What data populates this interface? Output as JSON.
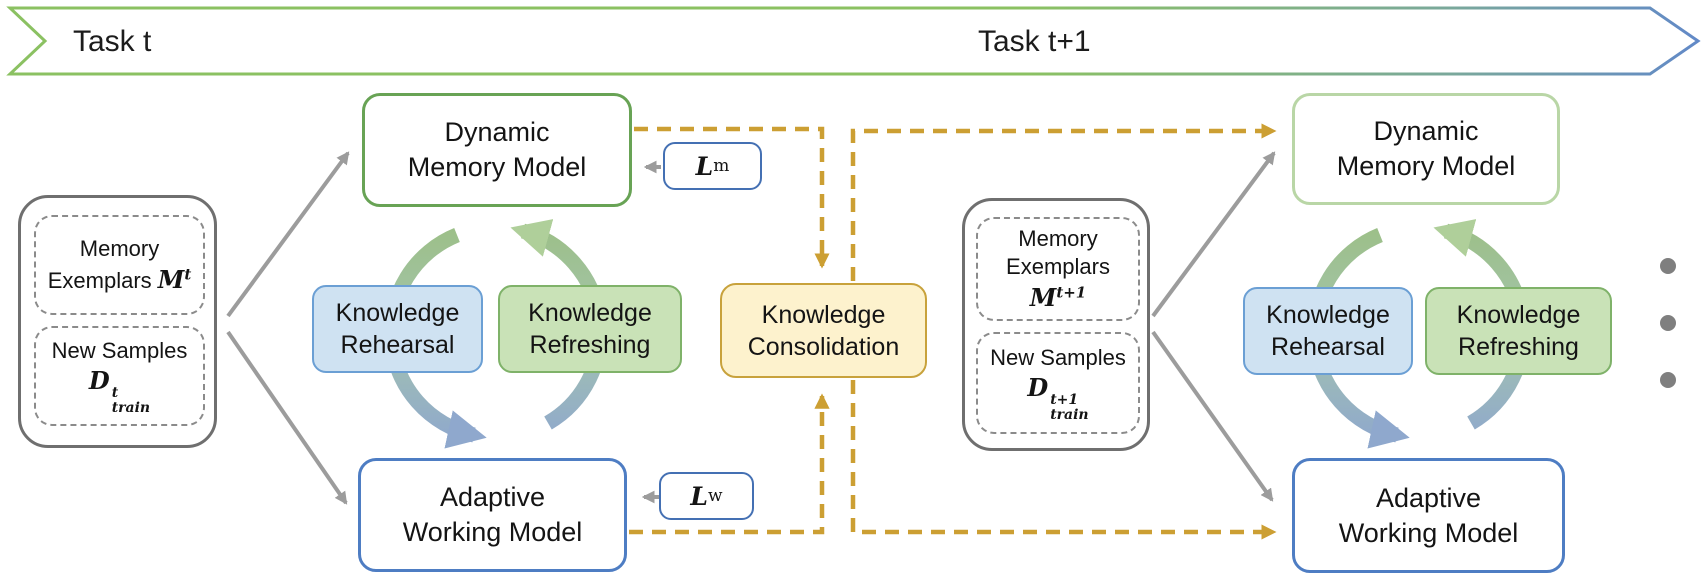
{
  "banner": {
    "task_t_label": "Task t",
    "task_t_plus_1_label": "Task t+1"
  },
  "stage_t": {
    "inputs": {
      "memory_line1": "Memory",
      "memory_line2": "Exemplars",
      "memory_symbol": "M",
      "memory_superscript": "t",
      "samples_line1": "New Samples",
      "samples_symbol": "D",
      "samples_superscript": "t",
      "samples_subscript": "train"
    },
    "dynamic_memory_model": {
      "line1": "Dynamic",
      "line2": "Memory Model"
    },
    "adaptive_working_model": {
      "line1": "Adaptive",
      "line2": "Working Model"
    },
    "knowledge_rehearsal": {
      "line1": "Knowledge",
      "line2": "Rehearsal"
    },
    "knowledge_refreshing": {
      "line1": "Knowledge",
      "line2": "Refreshing"
    },
    "memory_loss": {
      "symbol": "L",
      "superscript": "m"
    },
    "working_loss": {
      "symbol": "L",
      "superscript": "w"
    }
  },
  "knowledge_consolidation": {
    "line1": "Knowledge",
    "line2": "Consolidation"
  },
  "stage_t_plus_1": {
    "inputs": {
      "memory_line1": "Memory",
      "memory_line2": "Exemplars",
      "memory_symbol": "M",
      "memory_superscript": "t+1",
      "samples_line1": "New Samples",
      "samples_symbol": "D",
      "samples_superscript": "t+1",
      "samples_subscript": "train"
    },
    "dynamic_memory_model": {
      "line1": "Dynamic",
      "line2": "Memory Model"
    },
    "adaptive_working_model": {
      "line1": "Adaptive",
      "line2": "Working Model"
    },
    "knowledge_rehearsal": {
      "line1": "Knowledge",
      "line2": "Rehearsal"
    },
    "knowledge_refreshing": {
      "line1": "Knowledge",
      "line2": "Refreshing"
    }
  },
  "continuation_dots_count": 3,
  "colors": {
    "banner_green": "#8bc162",
    "banner_blue": "#6188c9",
    "memory_model_green": "#68a355",
    "memory_model_green_pale": "#b9d6a6",
    "working_model_blue": "#4e7dc3",
    "loss_box_blue": "#4470b3",
    "rehearsal_fill": "#cfe2f2",
    "rehearsal_border": "#6b9fd4",
    "refreshing_fill": "#c9e2b7",
    "refreshing_border": "#7fb269",
    "consolidation_fill": "#fdf2cd",
    "consolidation_border": "#c8a23c",
    "connector_gold": "#cc9f33",
    "connector_gray": "#9c9c9c",
    "cycle_green": "#9cbf86",
    "cycle_blue": "#8fa8cd",
    "input_box_border": "#6f6f6f",
    "dots_gray": "#7f7f7f"
  }
}
